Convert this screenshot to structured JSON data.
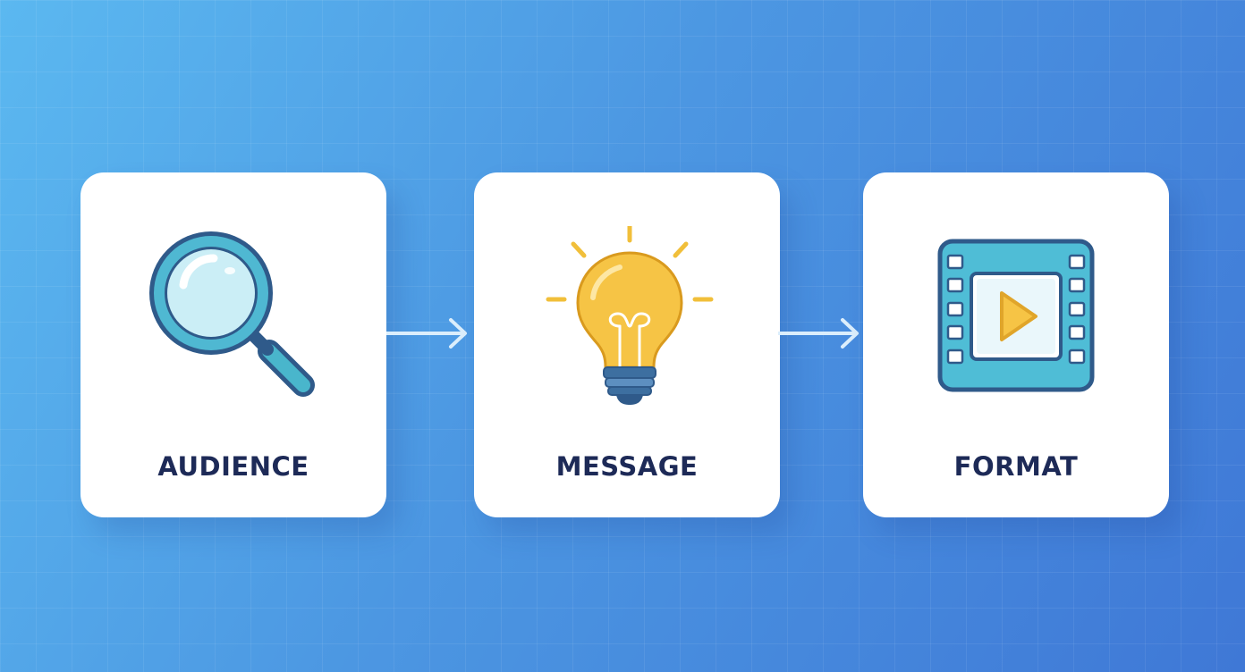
{
  "steps": [
    {
      "label": "AUDIENCE",
      "icon": "magnifying-glass-icon"
    },
    {
      "label": "MESSAGE",
      "icon": "lightbulb-icon"
    },
    {
      "label": "FORMAT",
      "icon": "film-play-icon"
    }
  ],
  "colors": {
    "background_start": "#5bb8f0",
    "background_end": "#3f78d6",
    "card": "#ffffff",
    "label_text": "#1d2a57",
    "icon_stroke": "#2f5a8a",
    "magnifier_teal": "#49b6cc",
    "bulb_yellow": "#f6c445",
    "film_teal": "#4fbdd6",
    "arrow": "#dbeefc"
  }
}
